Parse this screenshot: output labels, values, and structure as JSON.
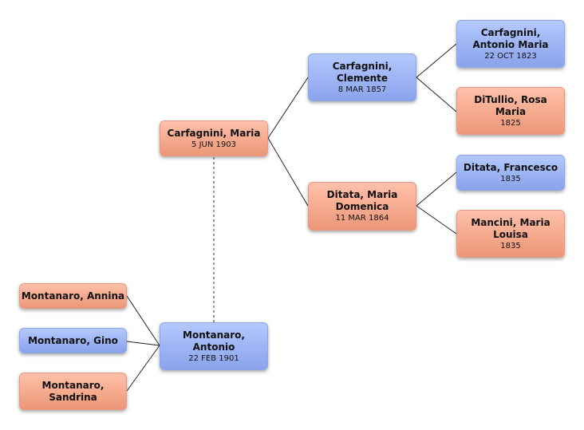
{
  "colors": {
    "female": "#f5a98d",
    "male": "#9cb3f4",
    "connector": "#222222",
    "spouse_link": "#555555"
  },
  "people": {
    "maria": {
      "name": "Carfagnini, Maria",
      "date": "5 JUN 1903",
      "gender": "female"
    },
    "clemente": {
      "name": "Carfagnini, Clemente",
      "date": "8 MAR 1857",
      "gender": "male"
    },
    "domenica": {
      "name": "Ditata, Maria Domenica",
      "date": "11 MAR 1864",
      "gender": "female"
    },
    "antonio_maria": {
      "name": "Carfagnini, Antonio Maria",
      "date": "22 OCT 1823",
      "gender": "male"
    },
    "rosa": {
      "name": "DiTullio, Rosa Maria",
      "date": "1825",
      "gender": "female"
    },
    "francesco": {
      "name": "Ditata, Francesco",
      "date": "1835",
      "gender": "male"
    },
    "louisa": {
      "name": "Mancini, Maria Louisa",
      "date": "1835",
      "gender": "female"
    },
    "antonio": {
      "name": "Montanaro, Antonio",
      "date": "22 FEB 1901",
      "gender": "male"
    },
    "annina": {
      "name": "Montanaro, Annina",
      "date": "",
      "gender": "female"
    },
    "gino": {
      "name": "Montanaro, Gino",
      "date": "",
      "gender": "male"
    },
    "sandrina": {
      "name": "Montanaro, Sandrina",
      "date": "",
      "gender": "female"
    }
  },
  "relationships": [
    {
      "type": "parent",
      "child": "maria",
      "parent": "clemente"
    },
    {
      "type": "parent",
      "child": "maria",
      "parent": "domenica"
    },
    {
      "type": "parent",
      "child": "clemente",
      "parent": "antonio_maria"
    },
    {
      "type": "parent",
      "child": "clemente",
      "parent": "rosa"
    },
    {
      "type": "parent",
      "child": "domenica",
      "parent": "francesco"
    },
    {
      "type": "parent",
      "child": "domenica",
      "parent": "louisa"
    },
    {
      "type": "parent",
      "child": "annina",
      "parent": "antonio"
    },
    {
      "type": "parent",
      "child": "gino",
      "parent": "antonio"
    },
    {
      "type": "parent",
      "child": "sandrina",
      "parent": "antonio"
    },
    {
      "type": "spouse",
      "a": "maria",
      "b": "antonio"
    }
  ]
}
